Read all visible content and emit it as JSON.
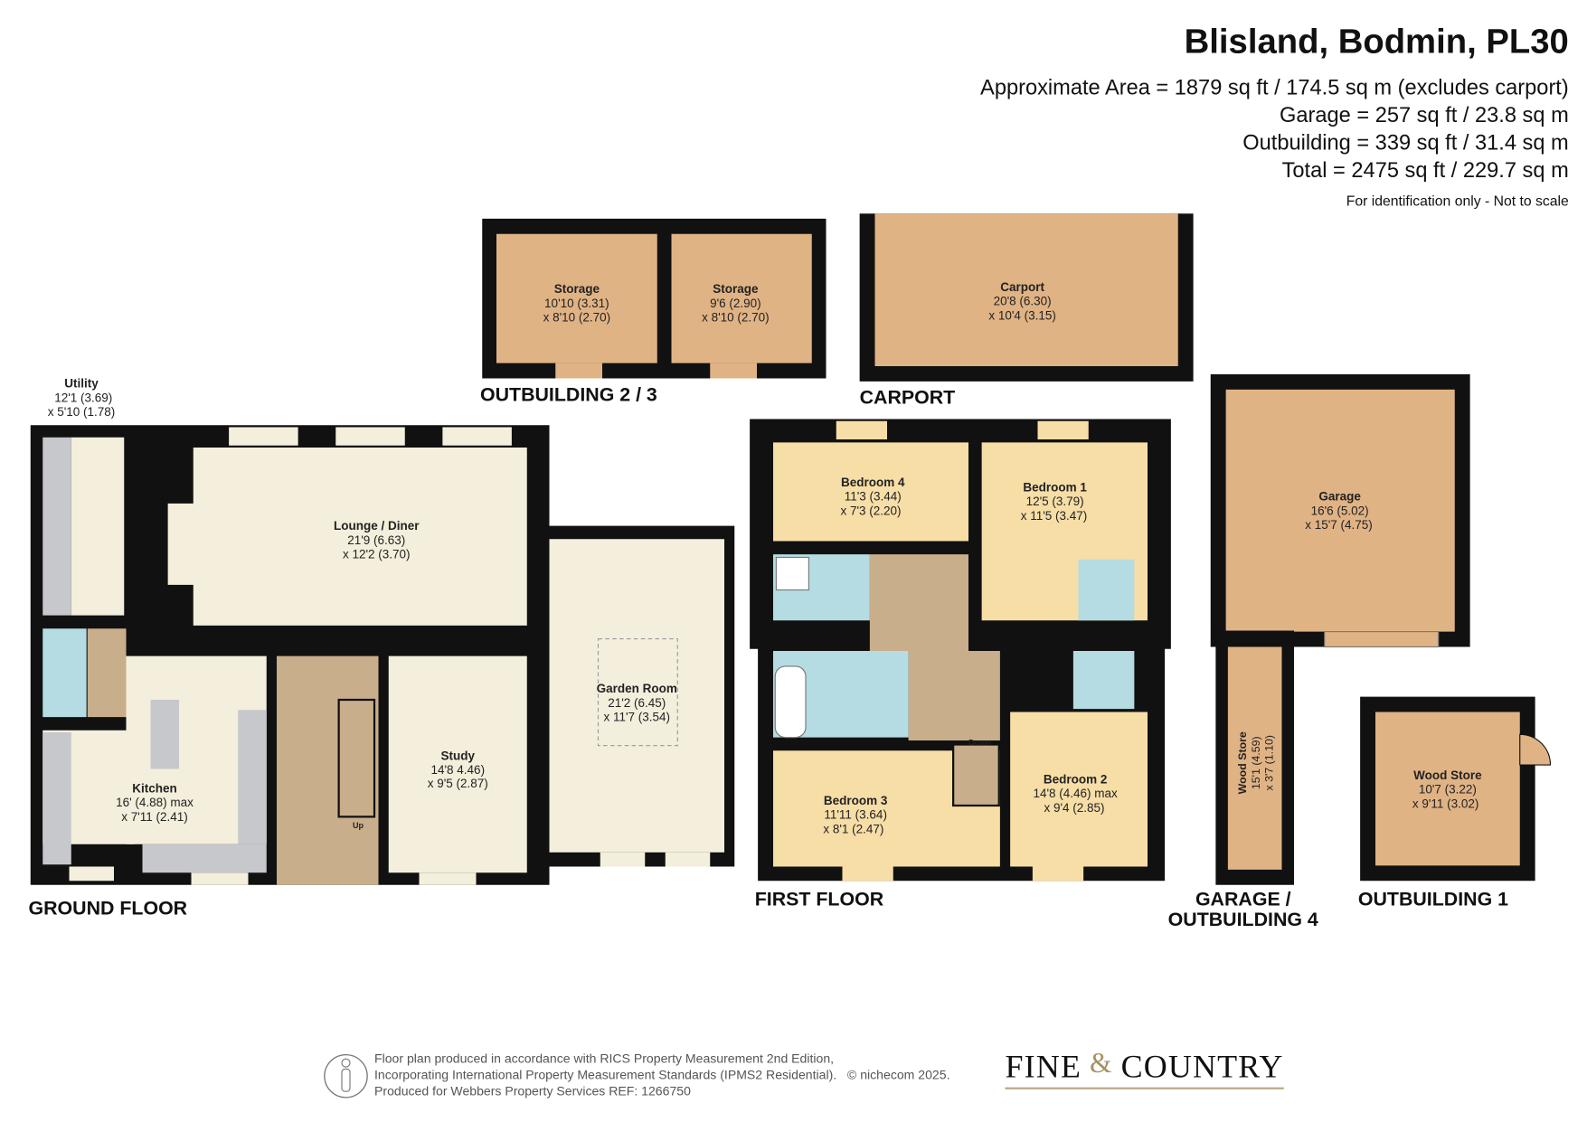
{
  "header": {
    "title": "Blisland, Bodmin, PL30",
    "areas": [
      "Approximate Area = 1879 sq ft / 174.5 sq m (excludes carport)",
      "Garage = 257 sq ft / 23.8 sq m",
      "Outbuilding = 339 sq ft / 31.4 sq m",
      "Total = 2475 sq ft / 229.7 sq m"
    ],
    "note": "For identification only - Not to scale"
  },
  "floors": {
    "ground": "GROUND FLOOR",
    "outbuilding23": "OUTBUILDING 2 / 3",
    "carport": "CARPORT",
    "first": "FIRST FLOOR",
    "garage_1": "GARAGE /",
    "garage_2": "OUTBUILDING 4",
    "outbuilding1": "OUTBUILDING 1"
  },
  "rooms": {
    "utility": {
      "name": "Utility",
      "d1": "12'1 (3.69)",
      "d2": "x 5'10 (1.78)"
    },
    "lounge": {
      "name": "Lounge / Diner",
      "d1": "21'9 (6.63)",
      "d2": "x 12'2 (3.70)"
    },
    "kitchen": {
      "name": "Kitchen",
      "d1": "16' (4.88) max",
      "d2": "x 7'11 (2.41)"
    },
    "study": {
      "name": "Study",
      "d1": "14'8 4.46)",
      "d2": "x 9'5 (2.87)"
    },
    "garden": {
      "name": "Garden Room",
      "d1": "21'2 (6.45)",
      "d2": "x 11'7 (3.54)"
    },
    "stairs_up": "Up",
    "storage1": {
      "name": "Storage",
      "d1": "10'10 (3.31)",
      "d2": "x 8'10 (2.70)"
    },
    "storage2": {
      "name": "Storage",
      "d1": "9'6 (2.90)",
      "d2": "x 8'10 (2.70)"
    },
    "carport": {
      "name": "Carport",
      "d1": "20'8 (6.30)",
      "d2": "x 10'4 (3.15)"
    },
    "bed4": {
      "name": "Bedroom 4",
      "d1": "11'3 (3.44)",
      "d2": "x 7'3 (2.20)"
    },
    "bed1": {
      "name": "Bedroom 1",
      "d1": "12'5 (3.79)",
      "d2": "x 11'5 (3.47)"
    },
    "bed3": {
      "name": "Bedroom 3",
      "d1": "11'11 (3.64)",
      "d2": "x 8'1 (2.47)"
    },
    "bed2": {
      "name": "Bedroom 2",
      "d1": "14'8 (4.46) max",
      "d2": "x 9'4 (2.85)"
    },
    "stairs_down": "Down",
    "garage": {
      "name": "Garage",
      "d1": "16'6 (5.02)",
      "d2": "x 15'7 (4.75)"
    },
    "woodstore4": {
      "name": "Wood Store",
      "d1": "15'1 (4.59)",
      "d2": "x 3'7 (1.10)"
    },
    "woodstore1": {
      "name": "Wood Store",
      "d1": "10'7 (3.22)",
      "d2": "x 9'11 (3.02)"
    }
  },
  "footer": {
    "lines": [
      "Floor plan produced in accordance with RICS Property Measurement 2nd Edition,",
      "Incorporating International Property Measurement Standards (IPMS2 Residential).",
      "Produced for Webbers Property Services   REF: 1266750"
    ],
    "copyright": "© nichecom 2025.",
    "logo": "FINE & COUNTRY"
  },
  "colors": {
    "wall": "#111111",
    "cream": "#f3efdc",
    "tan": "#c9ae8b",
    "orange": "#e0b385",
    "yellow": "#f7dea6",
    "blue": "#b4dce2",
    "grey": "#c7c8cc"
  }
}
